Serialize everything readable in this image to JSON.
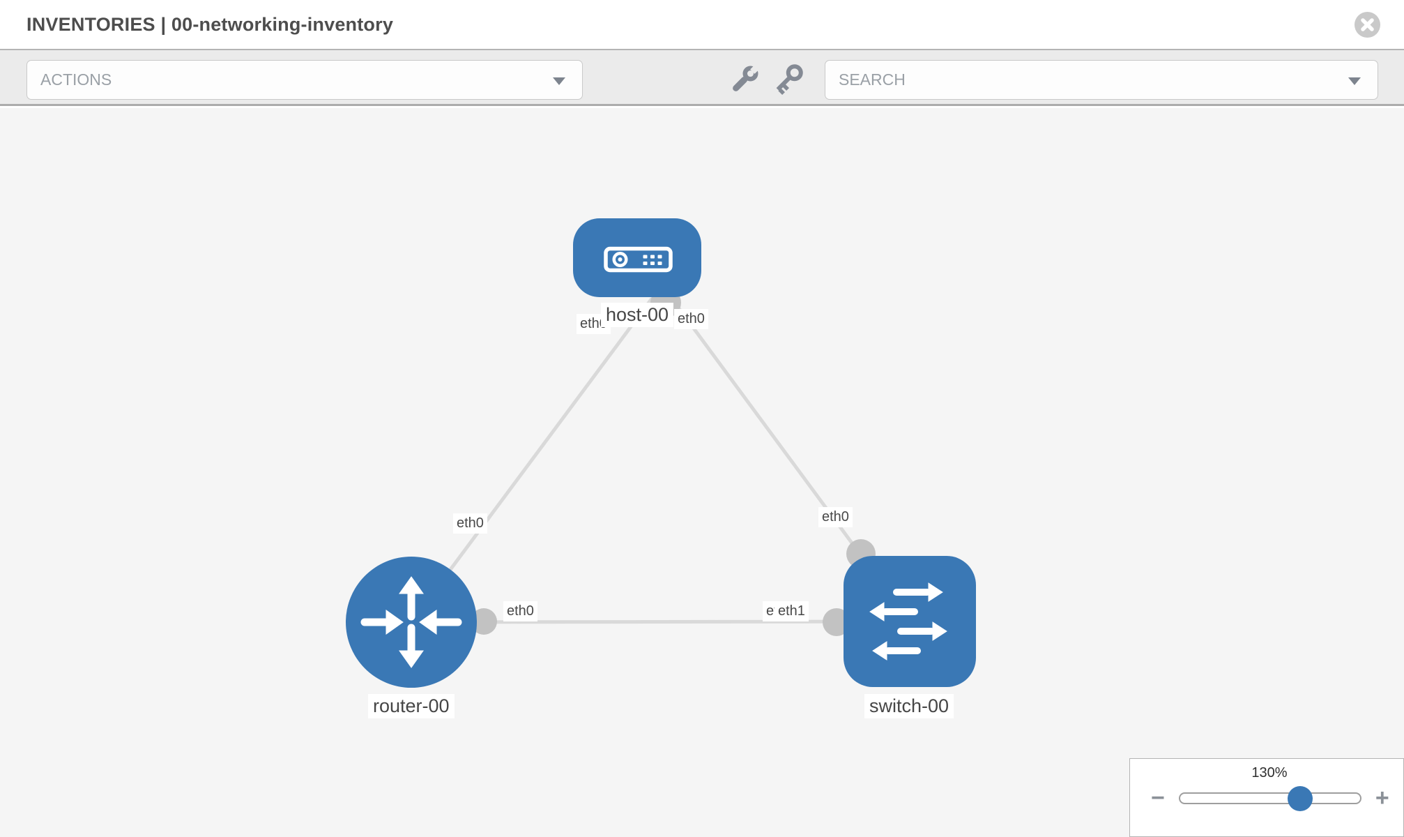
{
  "header": {
    "title": "INVENTORIES | 00-networking-inventory"
  },
  "toolbar": {
    "actions_label": "ACTIONS",
    "search_placeholder": "SEARCH",
    "icons": [
      "wrench-icon",
      "key-icon"
    ]
  },
  "colors": {
    "node_blue": "#3a78b5",
    "link_gray": "#d9d9d9",
    "interface_gray": "#c2c2c2",
    "canvas_bg": "#f5f5f5",
    "toolbar_bg": "#ebebeb"
  },
  "topology": {
    "nodes": [
      {
        "id": "host-00",
        "type": "host",
        "label": "host-00"
      },
      {
        "id": "router-00",
        "type": "router",
        "label": "router-00"
      },
      {
        "id": "switch-00",
        "type": "switch",
        "label": "switch-00"
      }
    ],
    "links": [
      {
        "from": "router-00",
        "to": "host-00",
        "from_interface": "eth0",
        "to_interface": "eth0"
      },
      {
        "from": "switch-00",
        "to": "host-00",
        "from_interface": "eth0",
        "to_interface": "eth0"
      },
      {
        "from": "router-00",
        "to": "switch-00",
        "from_interface": "eth0",
        "to_interface": "eth1"
      }
    ],
    "interface_labels": {
      "host_side_router_link": "eth0",
      "host_side_switch_link": "eth0",
      "router_side_host_link": "eth0",
      "switch_side_host_link": "eth0",
      "router_side_switch_link": "eth0",
      "switch_side_router_link_occluded": "eth0",
      "switch_side_router_link": "eth1"
    }
  },
  "zoom_control": {
    "percent": "130%",
    "minus_label": "−",
    "plus_label": "+"
  }
}
